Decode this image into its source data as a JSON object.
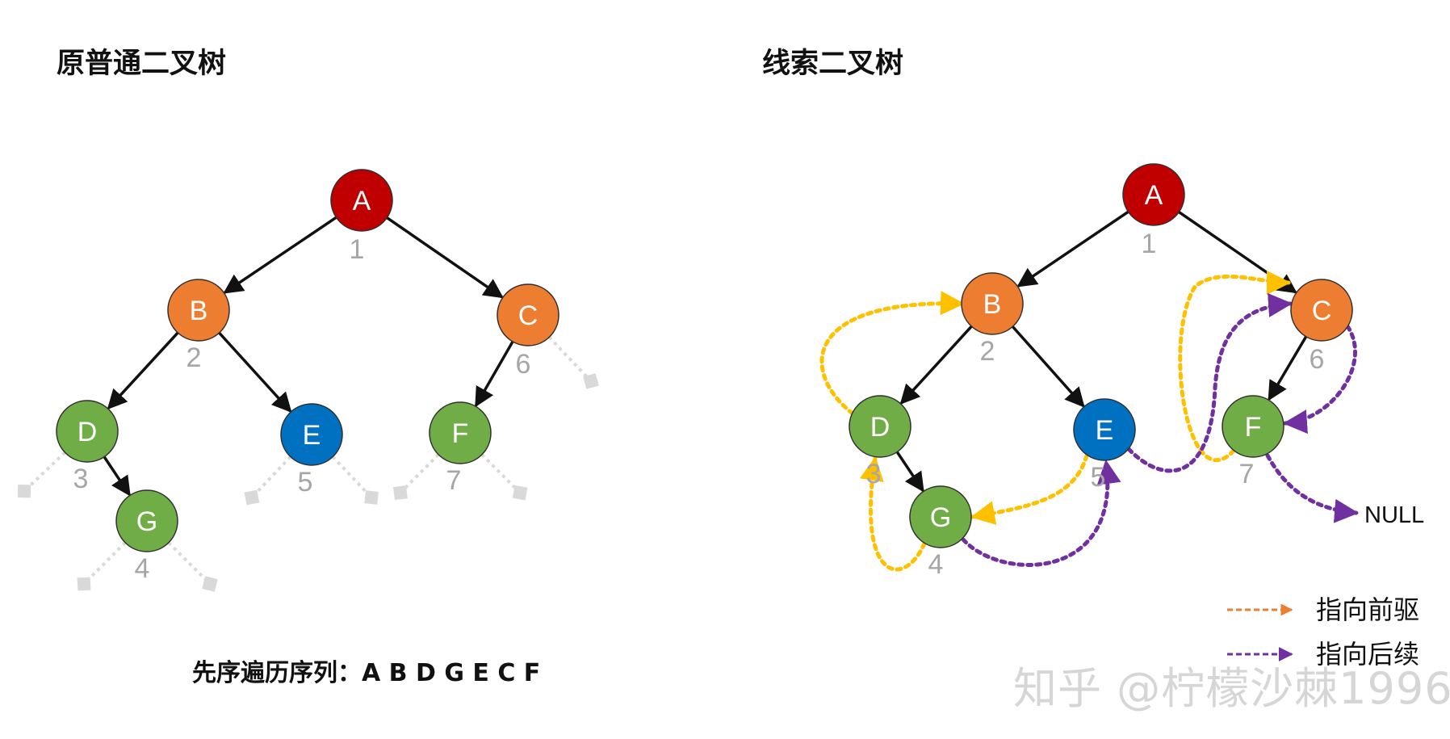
{
  "colors": {
    "root": "#c00000",
    "inner": "#ed7d31",
    "leaf": "#70ad47",
    "blue": "#0070c0",
    "edge": "#111111",
    "index_text": "#a6a6a6",
    "null_stub": "#d9d9d9",
    "pred_thread": "#ffc000",
    "succ_thread": "#7030a0",
    "legend_pred": "#ed7d31",
    "legend_succ": "#7030a0"
  },
  "left_panel": {
    "title": "原普通二叉树",
    "traversal_caption": "先序遍历序列：A B D G E C F"
  },
  "right_panel": {
    "title": "线索二叉树",
    "null_label": "NULL"
  },
  "nodes": [
    {
      "id": "A",
      "label": "A",
      "index": "1",
      "color": "root"
    },
    {
      "id": "B",
      "label": "B",
      "index": "2",
      "color": "inner"
    },
    {
      "id": "C",
      "label": "C",
      "index": "6",
      "color": "inner"
    },
    {
      "id": "D",
      "label": "D",
      "index": "3",
      "color": "leaf"
    },
    {
      "id": "E",
      "label": "E",
      "index": "5",
      "color": "blue"
    },
    {
      "id": "F",
      "label": "F",
      "index": "7",
      "color": "leaf"
    },
    {
      "id": "G",
      "label": "G",
      "index": "4",
      "color": "leaf"
    }
  ],
  "legend": [
    {
      "label": "指向前驱",
      "color": "legend_pred"
    },
    {
      "label": "指向后续",
      "color": "legend_succ"
    }
  ],
  "watermark": "知乎 @柠檬沙棘1996"
}
